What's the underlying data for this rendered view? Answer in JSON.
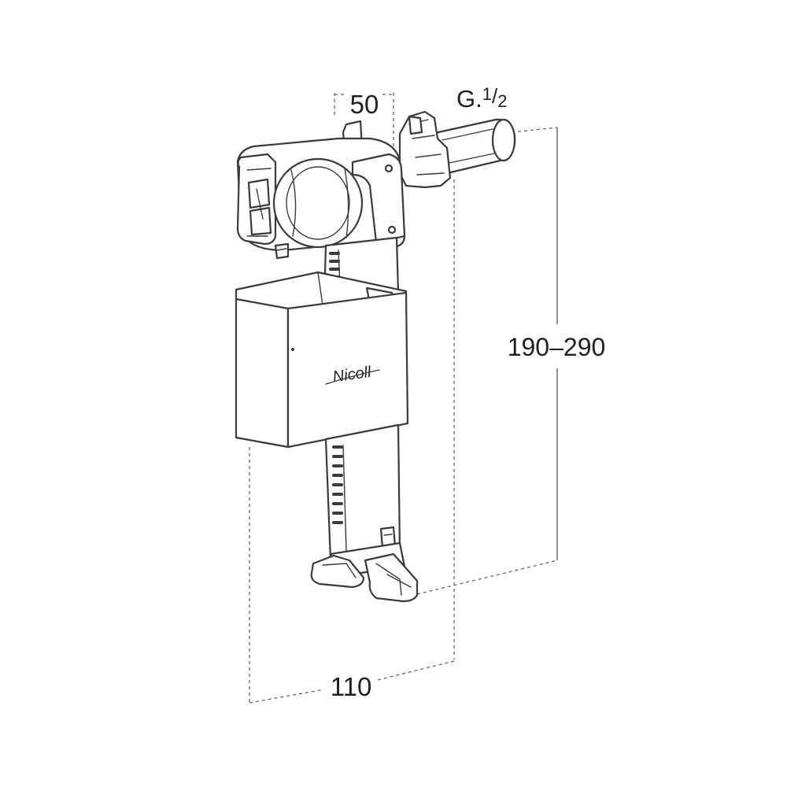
{
  "dimensions": {
    "width_top": "50",
    "thread": "G.",
    "thread_fraction_num": "1",
    "thread_fraction_sep": "/",
    "thread_fraction_den": "2",
    "height_range": "190–290",
    "width_bottom": "110"
  },
  "logo": {
    "brand_script": "Nicoll"
  },
  "colors": {
    "line": "#3a3a3a",
    "text": "#231f20",
    "background": "#ffffff"
  }
}
